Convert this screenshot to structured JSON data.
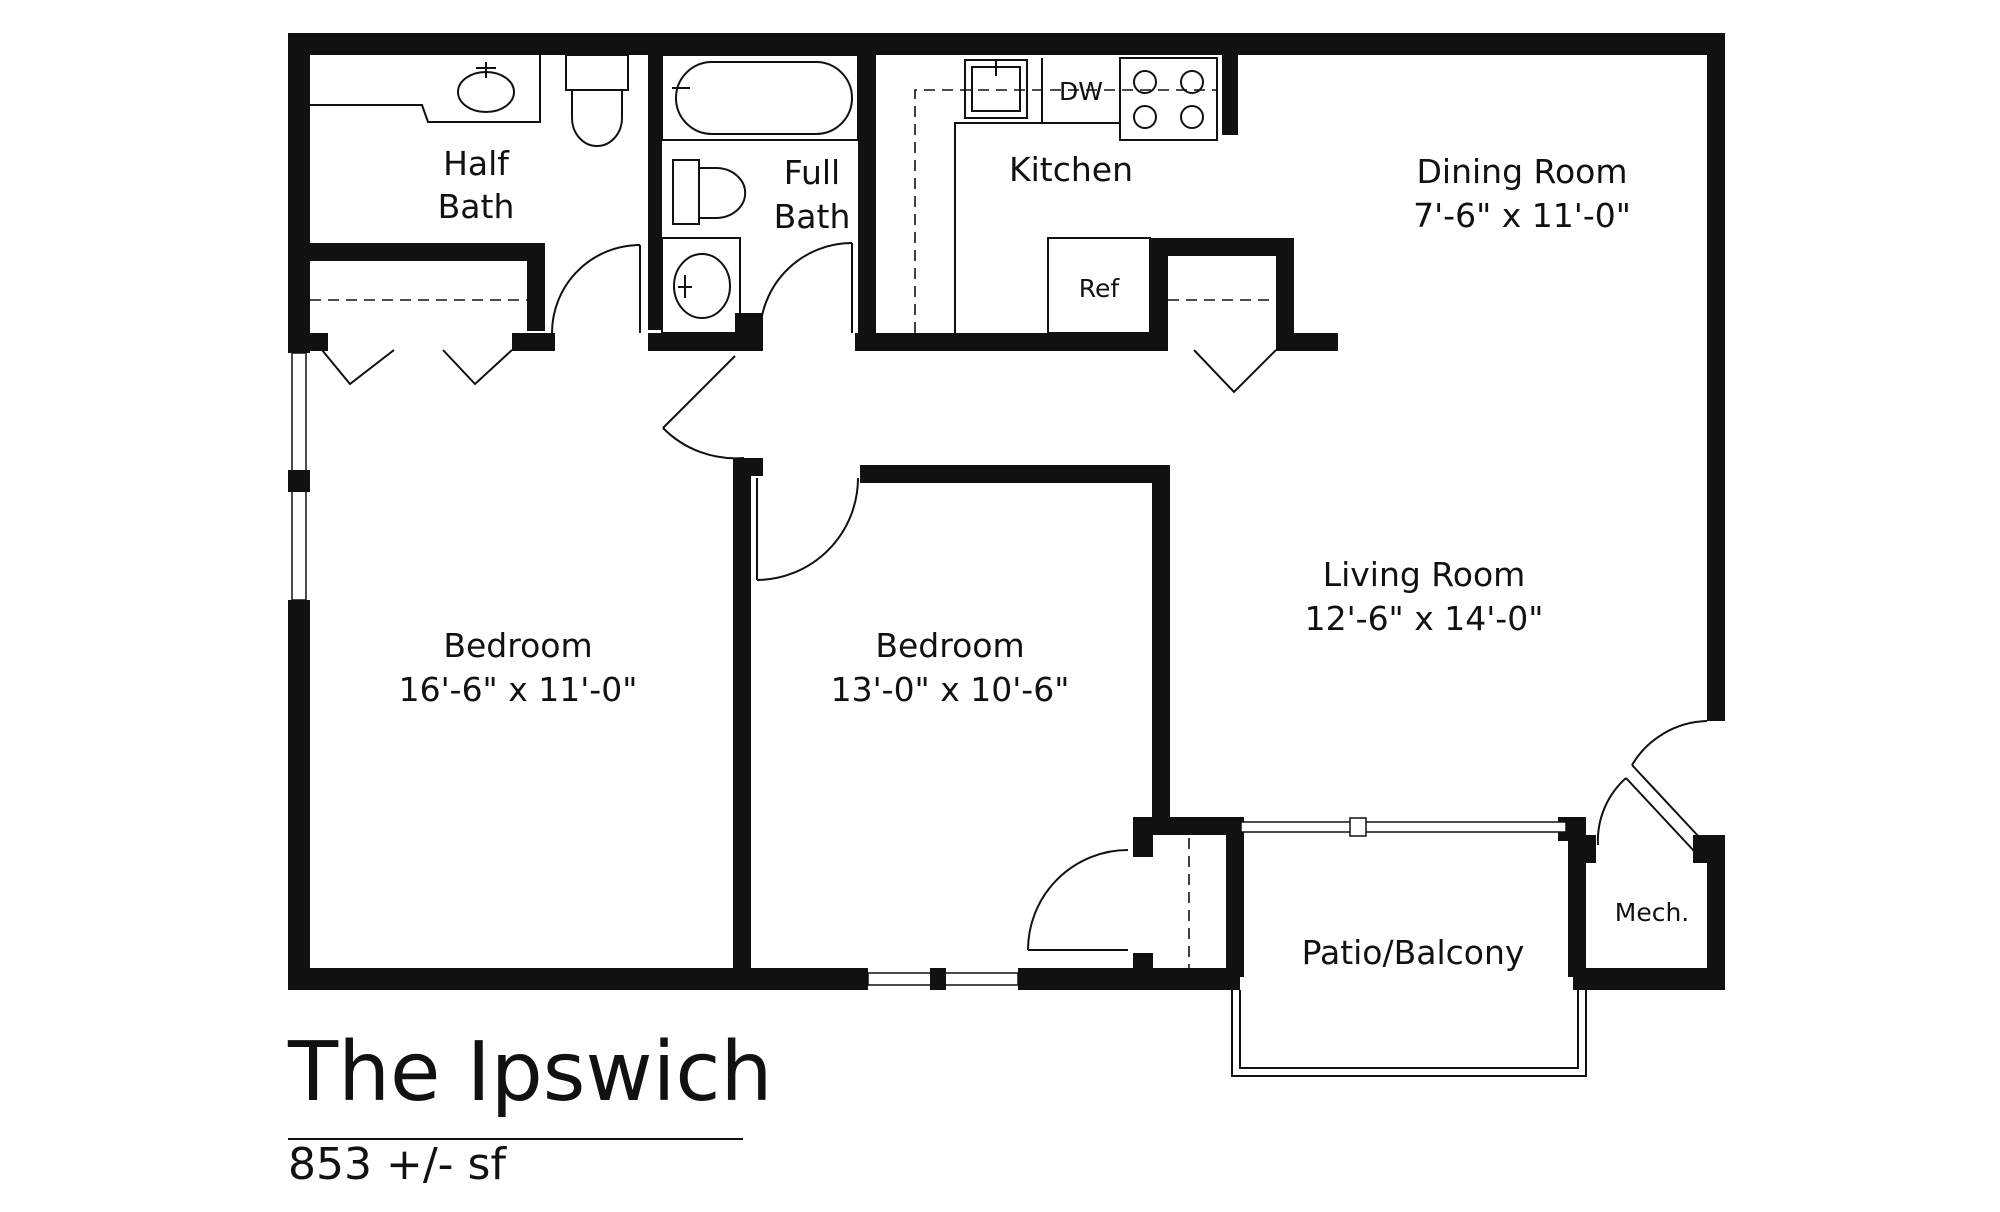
{
  "plan": {
    "name": "The Ipswich",
    "area": "853 +/- sf"
  },
  "rooms": {
    "half_bath": {
      "line1": "Half",
      "line2": "Bath"
    },
    "full_bath": {
      "line1": "Full",
      "line2": "Bath"
    },
    "kitchen": {
      "name": "Kitchen"
    },
    "dining_room": {
      "name": "Dining Room",
      "dims": "7'-6\" x 11'-0\""
    },
    "living_room": {
      "name": "Living Room",
      "dims": "12'-6\" x 14'-0\""
    },
    "bedroom_1": {
      "name": "Bedroom",
      "dims": "16'-6\" x 11'-0\""
    },
    "bedroom_2": {
      "name": "Bedroom",
      "dims": "13'-0\" x 10'-6\""
    },
    "patio": {
      "name": "Patio/Balcony"
    },
    "mech": {
      "name": "Mech."
    }
  },
  "appliances": {
    "dishwasher": "DW",
    "refrigerator": "Ref"
  }
}
